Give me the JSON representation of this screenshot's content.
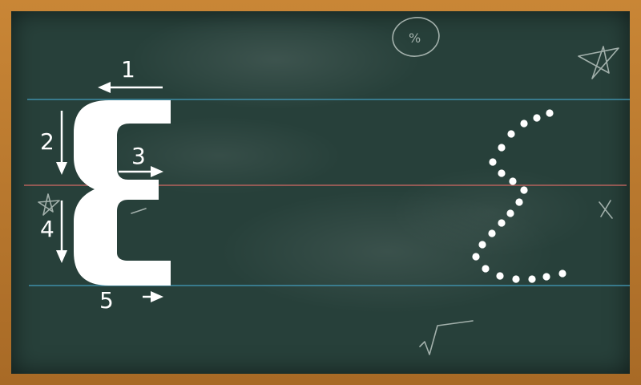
{
  "colors": {
    "frame": "#b8762e",
    "board": "#27403a",
    "guide_line": "#3f8ea8",
    "mid_line": "#b5625c",
    "letter": "#ffffff",
    "trace_dots": "#ffffff",
    "arrows": "#ffffff",
    "doodles": "#b9c4bf"
  },
  "letter": {
    "glyph": "Ɛ",
    "style": "block"
  },
  "stroke_steps": [
    {
      "number": "1",
      "direction": "left"
    },
    {
      "number": "2",
      "direction": "down"
    },
    {
      "number": "3",
      "direction": "right"
    },
    {
      "number": "4",
      "direction": "down"
    },
    {
      "number": "5",
      "direction": "right"
    }
  ],
  "trace_template": {
    "style": "dotted",
    "glyph": "ɛ"
  },
  "doodles": {
    "percent_bubble": "%",
    "icons": [
      "star-icon",
      "star-icon",
      "cross-icon",
      "square-root-icon"
    ]
  }
}
